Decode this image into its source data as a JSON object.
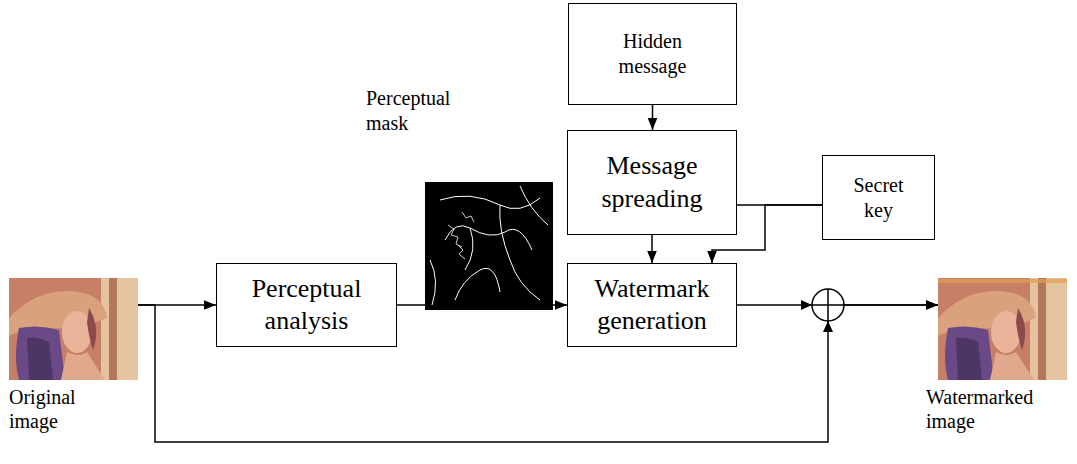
{
  "diagram": {
    "nodes": [
      {
        "text": [
          "Hidden message"
        ]
      },
      {
        "text": [
          "Message spreading"
        ]
      },
      {
        "text": [
          "Secret key"
        ]
      },
      {
        "text": [
          "Original image"
        ]
      },
      {
        "text": [
          "Perceptual analysis"
        ]
      },
      {
        "text": [
          "Watermark generation"
        ]
      },
      {
        "text": [
          "Watermarked image"
        ]
      }
    ],
    "edges": [
      {
        "from": 0,
        "to": 1,
        "arrow": "to"
      },
      {
        "from": 1,
        "to": 5,
        "arrow": "to"
      },
      {
        "from": 2,
        "to": 1,
        "arrow": "none"
      },
      {
        "from": 2,
        "to": 5,
        "arrow": "to"
      },
      {
        "from": 3,
        "to": 4,
        "arrow": "to"
      },
      {
        "from": 4,
        "to": 5,
        "arrow": "to"
      },
      {
        "from": 5,
        "to": 6,
        "arrow": "to"
      },
      {
        "from": 3,
        "to": 6,
        "arrow": "to"
      }
    ],
    "labels": [
      "Perceptual mask"
    ]
  }
}
